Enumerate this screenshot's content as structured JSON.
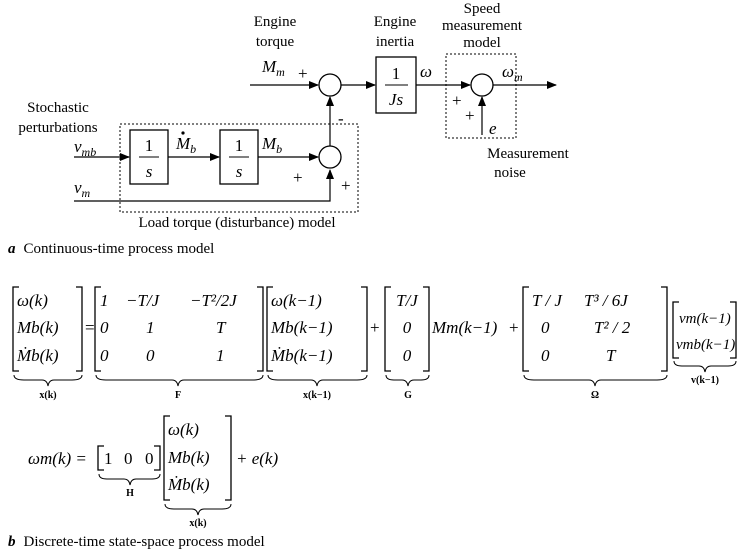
{
  "panel_a": {
    "caption_letter": "a",
    "caption_text": "Continuous-time process model",
    "labels": {
      "engine_torque_1": "Engine",
      "engine_torque_2": "torque",
      "engine_inertia_1": "Engine",
      "engine_inertia_2": "inertia",
      "speed_model_1": "Speed",
      "speed_model_2": "measurement",
      "speed_model_3": "model",
      "stochastic_1": "Stochastic",
      "stochastic_2": "perturbations",
      "noise_1": "Measurement",
      "noise_2": "noise",
      "load_model": "Load torque (disturbance) model"
    },
    "blocks": {
      "inertia_num": "1",
      "inertia_den": "Js",
      "integrator1_num": "1",
      "integrator1_den": "s",
      "integrator2_num": "1",
      "integrator2_den": "s"
    },
    "signals": {
      "Mm_base": "M",
      "Mm_sub": "m",
      "omega": "ω",
      "omega_m_base": "ω",
      "omega_m_sub": "m",
      "Mb_dot_base": "M",
      "Mb_dot_sub": "b",
      "Mb_base": "M",
      "Mb_sub": "b",
      "v_mb_base": "ν",
      "v_mb_sub": "mb",
      "v_m_base": "ν",
      "v_m_sub": "m",
      "e": "e"
    },
    "signs": {
      "plus": "+",
      "minus": "-"
    }
  },
  "panel_b": {
    "caption_letter": "b",
    "caption_text": "Discrete-time state-space process model",
    "state_equation": {
      "x": [
        "ω(k)",
        "Mb(k)",
        "Ṁb(k)"
      ],
      "F": [
        [
          "1",
          "−T/J",
          "−T²/2J"
        ],
        [
          "0",
          "1",
          "T"
        ],
        [
          "0",
          "0",
          "1"
        ]
      ],
      "x_prev": [
        "ω(k−1)",
        "Mb(k−1)",
        "Ṁb(k−1)"
      ],
      "G": [
        "T/J",
        "0",
        "0"
      ],
      "input": "Mm(k−1)",
      "Omega": [
        [
          "T / J",
          "T³ / 6J"
        ],
        [
          "0",
          "T² / 2"
        ],
        [
          "0",
          "T"
        ]
      ],
      "v": [
        "vm(k−1)",
        "vmb(k−1)"
      ],
      "labels": {
        "x": "x(k)",
        "F": "F",
        "x_prev": "x(k−1)",
        "G": "G",
        "Omega": "Ω",
        "v": "v(k−1)"
      },
      "equals": "=",
      "plus": "+"
    },
    "output_equation": {
      "lhs": "ωm(k) =",
      "H": [
        "1",
        "0",
        "0"
      ],
      "x": [
        "ω(k)",
        "Mb(k)",
        "Ṁb(k)"
      ],
      "tail": "+ e(k)",
      "labels": {
        "H": "H",
        "x": "x(k)"
      }
    }
  }
}
